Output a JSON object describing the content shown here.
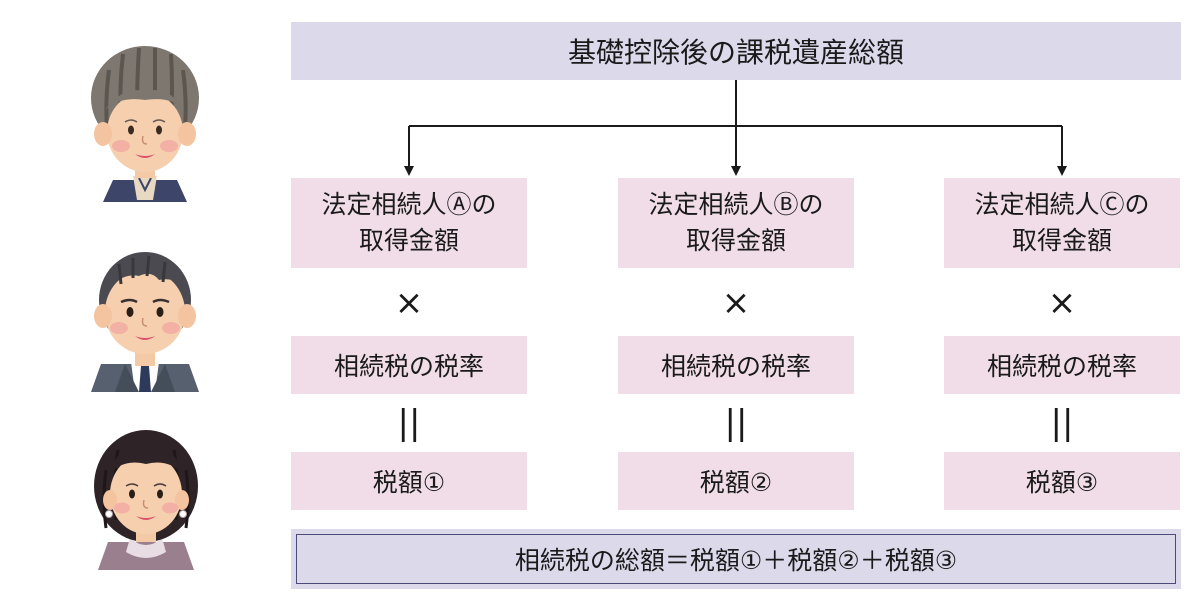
{
  "top": {
    "label": "基礎控除後の課税遺産総額"
  },
  "heirs": [
    {
      "line1": "法定相続人Ⓐの",
      "line2": "取得金額",
      "operator_mul": "×",
      "rate": "相続税の税率",
      "operator_eq": "||",
      "tax": "税額①"
    },
    {
      "line1": "法定相続人Ⓑの",
      "line2": "取得金額",
      "operator_mul": "×",
      "rate": "相続税の税率",
      "operator_eq": "||",
      "tax": "税額②"
    },
    {
      "line1": "法定相続人Ⓒの",
      "line2": "取得金額",
      "operator_mul": "×",
      "rate": "相続税の税率",
      "operator_eq": "||",
      "tax": "税額③"
    }
  ],
  "total": {
    "label": "相続税の総額",
    "equals": "＝",
    "term1": "税額①",
    "plus1": "＋",
    "term2": "税額②",
    "plus2": "＋",
    "term3": "税額③"
  },
  "colors": {
    "top_box": "#dcd9eb",
    "heir_box": "#f0dde8",
    "total_border": "#4b4a7a"
  },
  "illustrations": [
    "elderly-woman-illustration",
    "elderly-man-illustration",
    "woman-illustration"
  ]
}
